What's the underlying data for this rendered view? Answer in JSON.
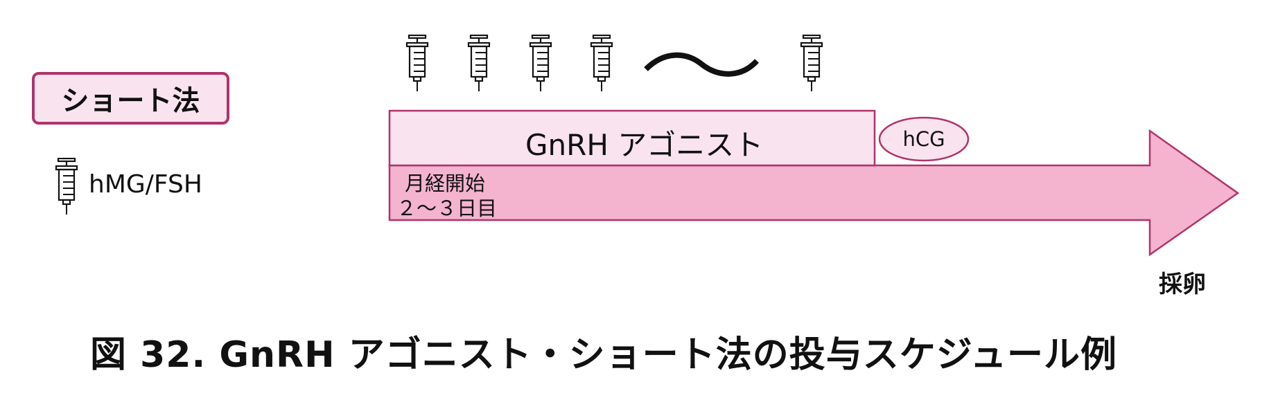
{
  "method_box": {
    "label": "ショート法"
  },
  "legend": {
    "icon": "syringe-icon",
    "label": "hMG/FSH"
  },
  "agonist_bar": {
    "label": "GnRH アゴニスト"
  },
  "hcg": {
    "label": "hCG"
  },
  "timeline": {
    "start_line1": "月経開始",
    "start_line2": "２～３日目"
  },
  "retrieval": {
    "label": "採卵"
  },
  "caption": {
    "text": "図 32.  GnRH アゴニスト・ショート法の投与スケジュール例"
  },
  "colors": {
    "accent": "#b0336b",
    "arrow_fill": "#f4b3cf",
    "light_fill": "#f9e3ee",
    "text": "#111111"
  }
}
